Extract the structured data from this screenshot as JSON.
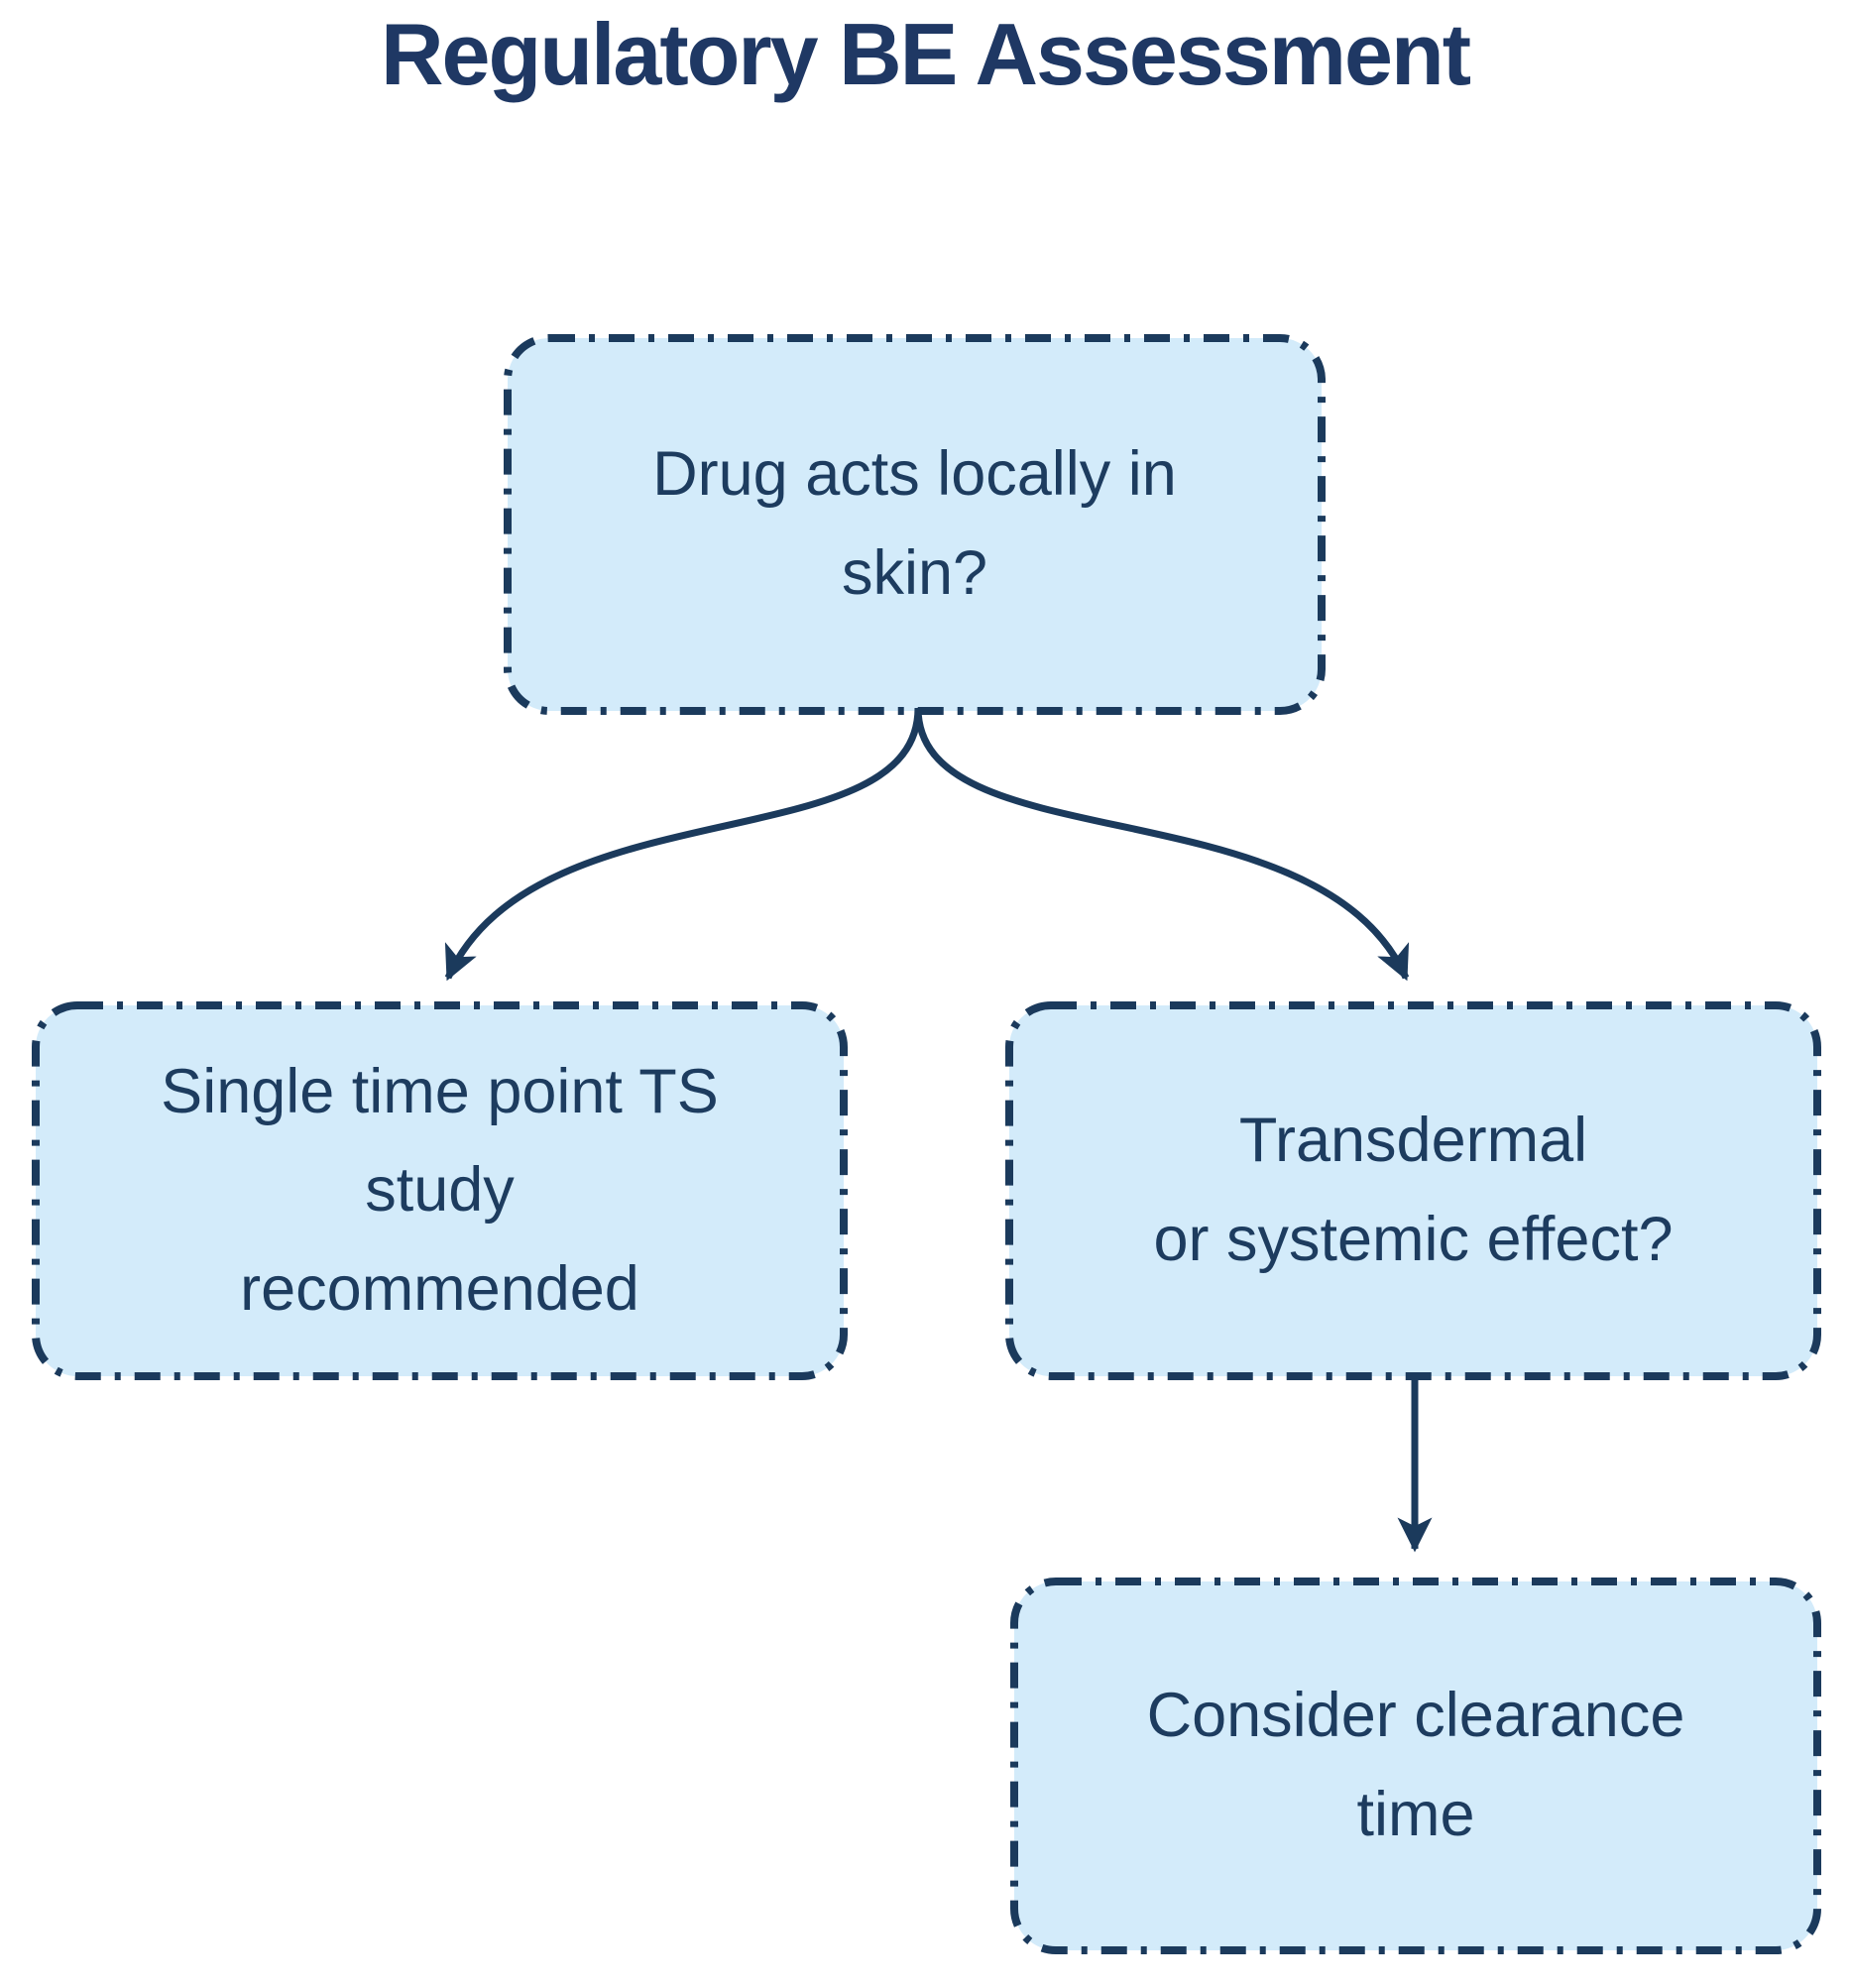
{
  "title": "Regulatory BE Assessment",
  "colors": {
    "background": "#ffffff",
    "node_fill": "#d3ebfa",
    "node_border": "#1b3a5c",
    "node_text": "#1d3c5f",
    "title_text": "#1f3864",
    "arrow": "#1b3a5c"
  },
  "diagram": {
    "type": "flowchart",
    "nodes": {
      "q_local_skin": {
        "id": "q-local-skin",
        "lines": [
          "Drug acts locally in",
          "skin?"
        ]
      },
      "ts_study": {
        "id": "ts-study",
        "lines": [
          "Single time point TS",
          "study",
          "recommended"
        ]
      },
      "q_transdermal": {
        "id": "q-transdermal",
        "lines": [
          "Transdermal",
          "or systemic effect?"
        ]
      },
      "clearance_time": {
        "id": "clearance-time",
        "lines": [
          "Consider clearance",
          "time"
        ]
      }
    },
    "edges": [
      {
        "from": "q-local-skin",
        "to": "ts-study"
      },
      {
        "from": "q-local-skin",
        "to": "q-transdermal"
      },
      {
        "from": "q-transdermal",
        "to": "clearance-time"
      }
    ]
  }
}
